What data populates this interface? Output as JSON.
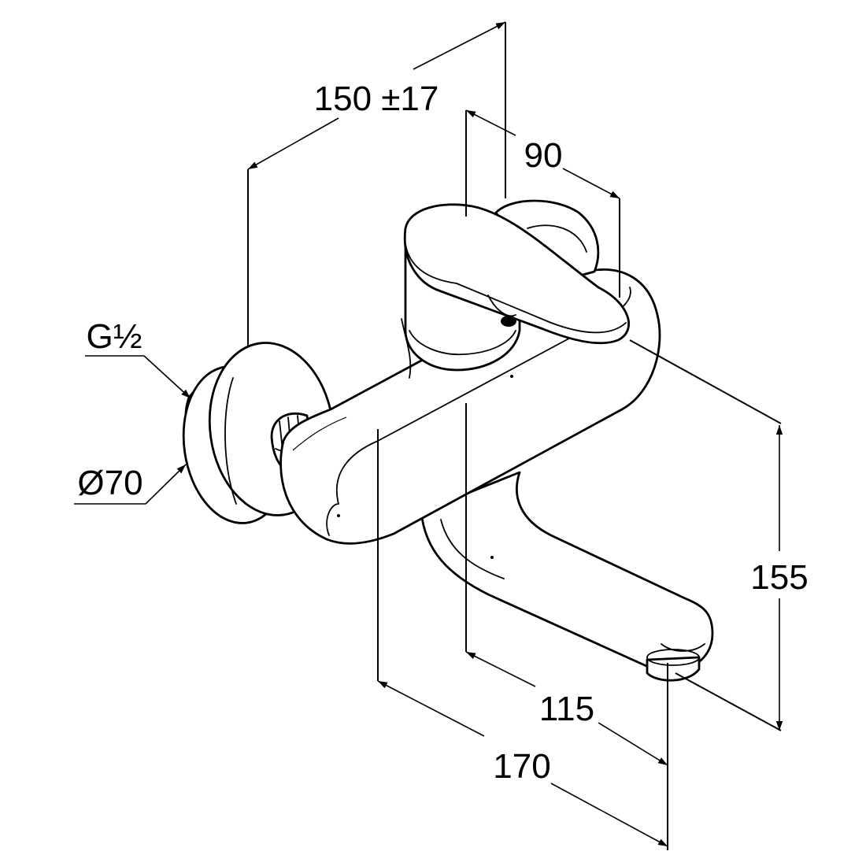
{
  "diagram": {
    "dimensions": {
      "wall_projection": "150 ±17",
      "lever_depth": "90",
      "thread": "G½",
      "rosette_diameter": "Ø70",
      "height": "155",
      "spout_inner": "115",
      "spout_outer": "170"
    }
  }
}
